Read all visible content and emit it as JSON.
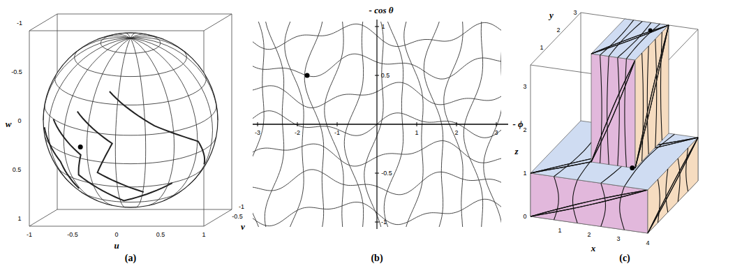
{
  "diagram": {
    "labels": [
      "-1",
      "-0.5",
      "0",
      "0.5",
      "1",
      "w",
      "-1",
      "-0.5",
      "0",
      "0.5",
      "1",
      "u",
      "-1",
      "-0.5",
      "v",
      "(a)",
      "- cos θ",
      "- ϕ",
      "-3",
      "-2",
      "-1",
      "1",
      "2",
      "3",
      "1",
      "0.5",
      "-0.5",
      "-1",
      "(b)",
      "y",
      "z",
      "x",
      "0",
      "1",
      "2",
      "3",
      "1",
      "2",
      "3",
      "4",
      "1",
      "2",
      "3",
      "(c)"
    ]
  }
}
